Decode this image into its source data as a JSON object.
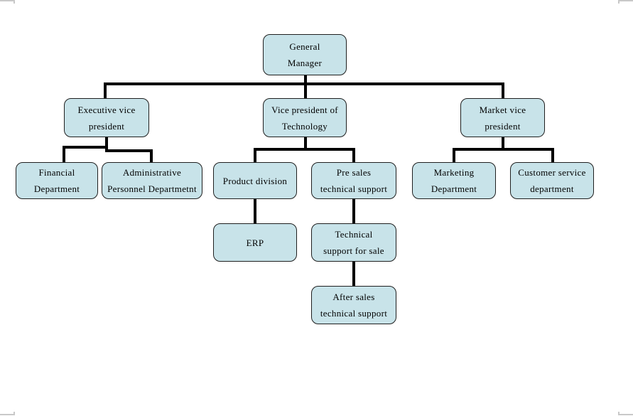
{
  "diagram": {
    "type": "org-chart",
    "nodes": {
      "general_manager": {
        "label": "General\nManager"
      },
      "executive_vp": {
        "label": "Executive vice\npresident"
      },
      "vp_technology": {
        "label": "Vice president of\nTechnology"
      },
      "market_vp": {
        "label": "Market vice\npresident"
      },
      "financial_dept": {
        "label": "Financial\nDepartment"
      },
      "admin_personnel_dept": {
        "label": "Administrative\nPersonnel Departmetnt"
      },
      "product_division": {
        "label": "Product division"
      },
      "pre_sales_support": {
        "label": "Pre sales\ntechnical support"
      },
      "marketing_dept": {
        "label": "Marketing\nDepartment"
      },
      "customer_service_dept": {
        "label": "Customer service\ndepartment"
      },
      "erp": {
        "label": "ERP"
      },
      "tech_support_for_sale": {
        "label": "Technical\nsupport for sale"
      },
      "after_sales_support": {
        "label": "After sales\ntechnical support"
      }
    },
    "hierarchy": [
      {
        "parent": "General Manager",
        "children": [
          "Executive vice president",
          "Vice president of Technology",
          "Market vice president"
        ]
      },
      {
        "parent": "Executive vice president",
        "children": [
          "Financial Department",
          "Administrative Personnel Departmetnt"
        ]
      },
      {
        "parent": "Vice president of Technology",
        "children": [
          "Product division",
          "Pre sales technical support"
        ]
      },
      {
        "parent": "Market vice president",
        "children": [
          "Marketing Department",
          "Customer service department"
        ]
      },
      {
        "parent": "Product division",
        "children": [
          "ERP"
        ]
      },
      {
        "parent": "Pre sales technical support",
        "children": [
          "Technical support for sale"
        ]
      },
      {
        "parent": "Technical support for sale",
        "children": [
          "After sales technical support"
        ]
      }
    ],
    "colors": {
      "node_fill": "#c8e3e9",
      "node_border": "#1f1f1f",
      "connector": "#000000",
      "page_corner_mark": "#c8c8c8"
    }
  }
}
